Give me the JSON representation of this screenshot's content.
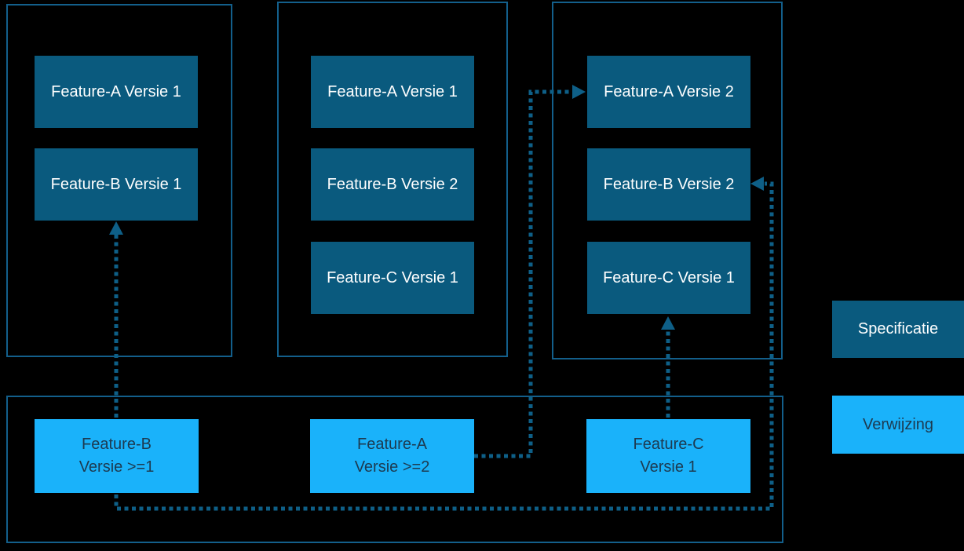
{
  "diagram": {
    "groups": [
      {
        "name": "specification-1",
        "boxes": [
          {
            "label": "Feature-A Versie 1"
          },
          {
            "label": "Feature-B Versie 1"
          }
        ]
      },
      {
        "name": "specification-2",
        "boxes": [
          {
            "label": "Feature-A Versie 1"
          },
          {
            "label": "Feature-B Versie 2"
          },
          {
            "label": "Feature-C Versie 1"
          }
        ]
      },
      {
        "name": "specification-3",
        "boxes": [
          {
            "label": "Feature-A Versie 2"
          },
          {
            "label": "Feature-B Versie 2"
          },
          {
            "label": "Feature-C Versie 1"
          }
        ]
      }
    ],
    "references": [
      {
        "lines": [
          "Feature-B",
          "Versie >=1"
        ]
      },
      {
        "lines": [
          "Feature-A",
          "Versie >=2"
        ]
      },
      {
        "lines": [
          "Feature-C",
          "Versie 1"
        ]
      }
    ],
    "legend": [
      {
        "label": "Specificatie",
        "type": "specification"
      },
      {
        "label": "Verwijzing",
        "type": "reference"
      }
    ],
    "arrows": [
      {
        "from": "Feature-B Versie >=1",
        "to": "Feature-B Versie 1 in specification-1"
      },
      {
        "from": "Feature-A Versie >=2",
        "to": "Feature-A Versie 2 in specification-3"
      },
      {
        "from": "Feature-C Versie 1",
        "to": "Feature-C Versie 1 in specification-3"
      },
      {
        "from": "Feature-B Versie >=1",
        "to": "Feature-B Versie 2 in specification-3"
      }
    ],
    "colors": {
      "background": "#000000",
      "specification_fill": "#0a5a7e",
      "reference_fill": "#1ab2fa",
      "container_border": "#135f8b",
      "arrow": "#0e5f87",
      "specification_text": "#ffffff",
      "reference_text": "#1d3a50"
    }
  }
}
